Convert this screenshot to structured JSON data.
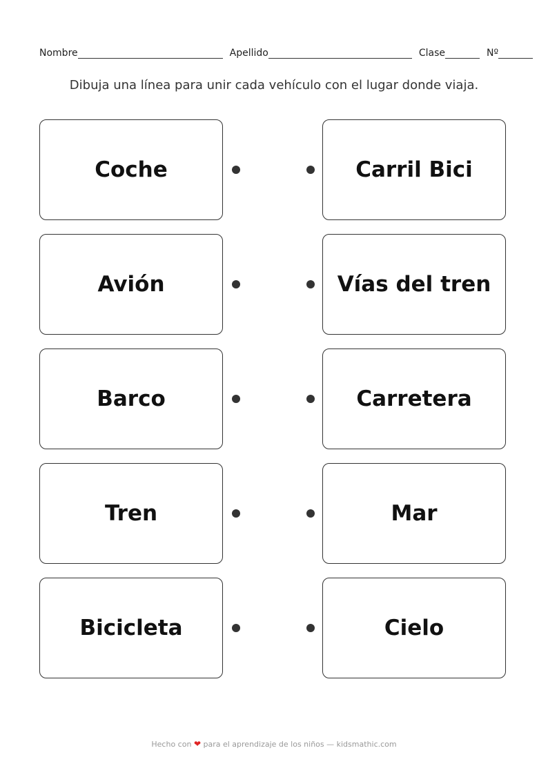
{
  "header": {
    "fields": [
      {
        "label": "Nombre"
      },
      {
        "label": "Apellido"
      },
      {
        "label": "Clase"
      },
      {
        "label": "Nº"
      }
    ]
  },
  "instruction": "Dibuja una línea para unir cada vehículo con el lugar donde viaja.",
  "rows": [
    {
      "left": "Coche",
      "right": "Carril Bici"
    },
    {
      "left": "Avión",
      "right": "Vías del tren"
    },
    {
      "left": "Barco",
      "right": "Carretera"
    },
    {
      "left": "Tren",
      "right": "Mar"
    },
    {
      "left": "Bicicleta",
      "right": "Cielo"
    }
  ],
  "footer": {
    "before": "Hecho con",
    "icon": "heart-icon",
    "after": "para el aprendizaje de los niños — kidsmathic.com"
  }
}
